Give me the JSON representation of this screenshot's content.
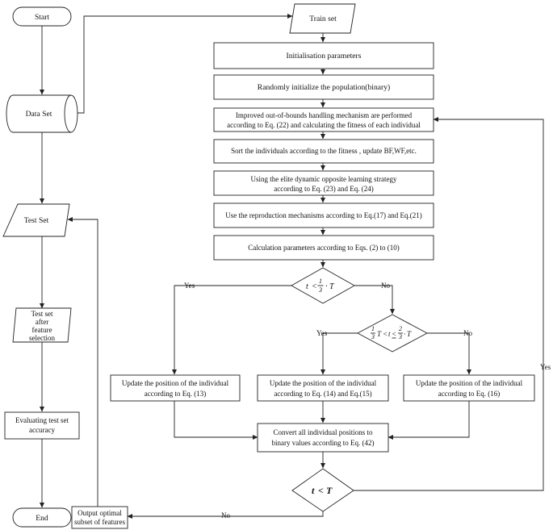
{
  "nodes": {
    "start": "Start",
    "data_set": "Data Set",
    "test_set": "Test Set",
    "test_after": [
      "Test set",
      "after",
      "feature",
      "selection"
    ],
    "evaluating": [
      "Evaluating test set",
      "accuracy"
    ],
    "end": "End",
    "output": [
      "Output optimal",
      "subset of features"
    ],
    "train_set": "Train set",
    "init_params": "Initialisation parameters",
    "random_init": "Randomly initialize the population(binary)",
    "oob": [
      "Improved out-of-bounds handling mechanism are performed",
      "according to Eq. (22) and calculating the fitness of each individual"
    ],
    "sort": "Sort the individuals according to the fitness , update BF,WF,etc.",
    "elite": [
      "Using the elite dynamic opposite learning strategy",
      "according to Eq. (23) and Eq. (24)"
    ],
    "repro": "Use the reproduction mechanisms according to Eq.(17) and Eq.(21)",
    "calc": "Calculation parameters  according to Eqs. (2) to (10)",
    "update13": [
      "Update the position of the individual",
      "according to Eq. (13)"
    ],
    "update1415": [
      "Update the position of the individual",
      "according to Eq. (14) and Eq.(15)"
    ],
    "update16": [
      "Update the position of the individual",
      "according to Eq. (16)"
    ],
    "convert": [
      "Convert all individual positions to",
      "binary values according to Eq. (42)"
    ]
  },
  "decisions": {
    "d1": {
      "t": "t",
      "lt": "<",
      "num": "1",
      "den": "3",
      "dot": "·",
      "T": "T"
    },
    "d2": {
      "num1": "1",
      "den1": "3",
      "T1": "T",
      "lt": "<",
      "t": "t",
      "le": "<",
      "num2": "2",
      "den2": "3",
      "dot": "·",
      "T2": "T"
    },
    "d3": {
      "t": "t",
      "lt": "<",
      "T": "T"
    }
  },
  "labels": {
    "yes1": "Yes",
    "no1": "No",
    "yes2": "Yes",
    "no2": "No",
    "yes_loop": "Yes",
    "no_end": "No"
  }
}
